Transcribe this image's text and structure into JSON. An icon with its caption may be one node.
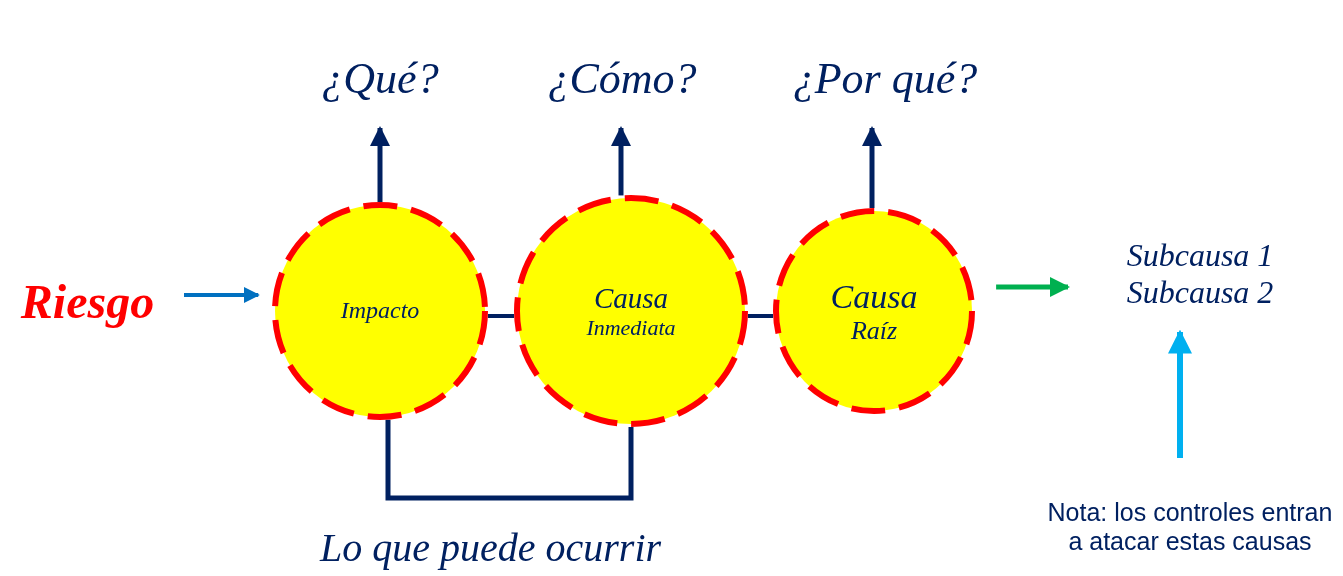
{
  "diagram": {
    "nodes": [
      {
        "text": [
          "Riesgo"
        ]
      },
      {
        "text": [
          "Impacto"
        ]
      },
      {
        "text": [
          "Causa",
          "Inmediata"
        ]
      },
      {
        "text": [
          "Causa",
          "Raíz"
        ]
      },
      {
        "text": [
          "¿Qué?"
        ]
      },
      {
        "text": [
          "¿Cómo?"
        ]
      },
      {
        "text": [
          "¿Por qué?"
        ]
      },
      {
        "text": [
          "Subcausa 1",
          "Subcausa 2"
        ]
      },
      {
        "text": [
          "Nota: los controles entran a atacar estas causas"
        ]
      }
    ],
    "edges": [
      {
        "from": 0,
        "to": 1,
        "arrow": "to",
        "color": "#0070c0"
      },
      {
        "from": 1,
        "to": 2,
        "arrow": "none"
      },
      {
        "from": 2,
        "to": 3,
        "arrow": "none"
      },
      {
        "from": 1,
        "to": 4,
        "arrow": "to"
      },
      {
        "from": 2,
        "to": 5,
        "arrow": "to"
      },
      {
        "from": 3,
        "to": 6,
        "arrow": "to"
      },
      {
        "from": 3,
        "to": 7,
        "arrow": "to",
        "color": "#00b050"
      },
      {
        "from": 8,
        "to": 7,
        "arrow": "to",
        "color": "#00b0f0"
      },
      {
        "from": 1,
        "to": 2,
        "arrow": "none"
      }
    ],
    "labels": [
      "Lo que puede ocurrir"
    ]
  }
}
